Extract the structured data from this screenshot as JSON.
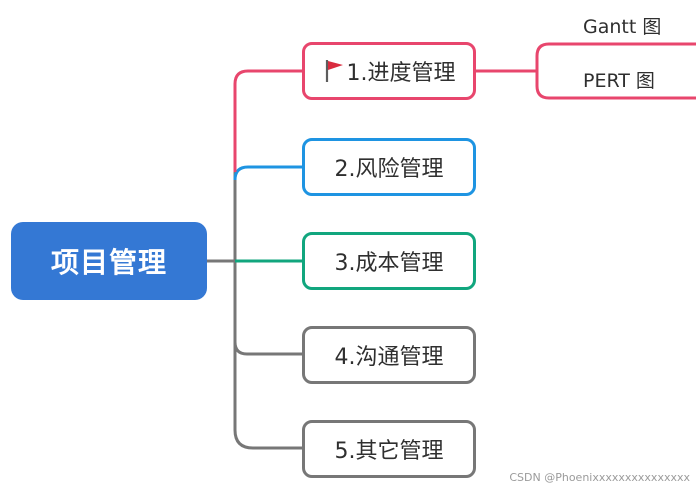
{
  "root": {
    "label": "项目管理"
  },
  "branches": [
    {
      "label": "1.进度管理",
      "icon": "flag-icon",
      "border_color": "#e8466d",
      "children": [
        {
          "label": "Gantt 图"
        },
        {
          "label": "PERT 图"
        }
      ]
    },
    {
      "label": "2.风险管理",
      "border_color": "#1e94e2"
    },
    {
      "label": "3.成本管理",
      "border_color": "#11a67e"
    },
    {
      "label": "4.沟通管理",
      "border_color": "#777777"
    },
    {
      "label": "5.其它管理",
      "border_color": "#777777"
    }
  ],
  "colors": {
    "root_fill": "#3478d4",
    "flag": "#d92c3f",
    "text": "#2f2f2f"
  },
  "watermark": "CSDN @Phoenixxxxxxxxxxxxxxx"
}
